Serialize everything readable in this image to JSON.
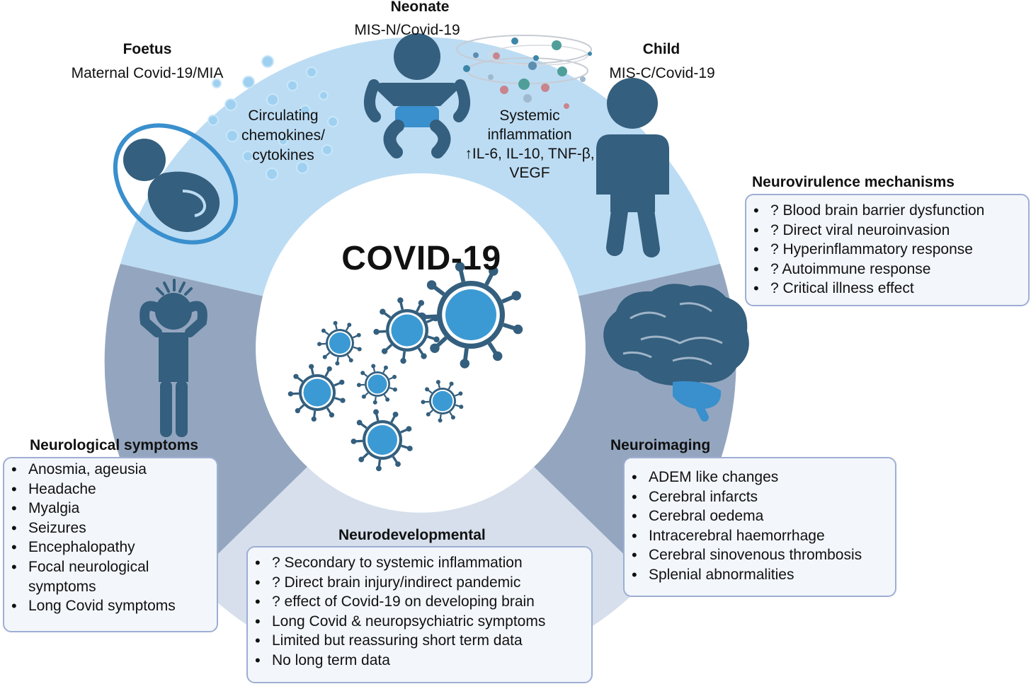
{
  "title": "COVID-19",
  "stages": {
    "foetus": {
      "title": "Foetus",
      "subtitle": "Maternal Covid-19/MIA"
    },
    "neonate": {
      "title": "Neonate",
      "subtitle": "MIS-N/Covid-19"
    },
    "child": {
      "title": "Child",
      "subtitle": "MIS-C/Covid-19"
    }
  },
  "circulating": {
    "line1": "Circulating",
    "line2": "chemokines/",
    "line3": "cytokines"
  },
  "systemic": {
    "line1": "Systemic",
    "line2": "inflammation",
    "line3": "↑IL-6, IL-10, TNF-β,",
    "line4": "VEGF"
  },
  "sections": {
    "neurovirulence": {
      "title": "Neurovirulence mechanisms",
      "items": [
        "? Blood brain barrier dysfunction",
        "? Direct viral neuroinvasion",
        "? Hyperinflammatory response",
        "? Autoimmune response",
        "? Critical illness effect"
      ]
    },
    "neuroimaging": {
      "title": "Neuroimaging",
      "items": [
        "ADEM like changes",
        "Cerebral infarcts",
        "Cerebral oedema",
        "Intracerebral haemorrhage",
        "Cerebral sinovenous thrombosis",
        "Splenial abnormalities"
      ]
    },
    "neurodevelopmental": {
      "title": "Neurodevelopmental",
      "items": [
        "? Secondary to systemic inflammation",
        "? Direct brain injury/indirect pandemic",
        "? effect of Covid-19 on developing brain",
        "Long Covid & neuropsychiatric symptoms",
        "Limited but reassuring short term data",
        "No long term data"
      ]
    },
    "neurological": {
      "title": "Neurological symptoms",
      "items": [
        "Anosmia, ageusia",
        "Headache",
        "Myalgia",
        "Seizures",
        "Encephalopathy",
        "Focal neurological symptoms",
        "Long Covid symptoms"
      ]
    }
  },
  "colors": {
    "ring_top": "#bcdcf3",
    "ring_right": "#94a6bf",
    "ring_bottom": "#d6dfeb",
    "figure": "#345f7e",
    "virus_fill": "#3b9ad4",
    "box_border": "#9eaed3",
    "box_fill": "#f3f6fb"
  }
}
